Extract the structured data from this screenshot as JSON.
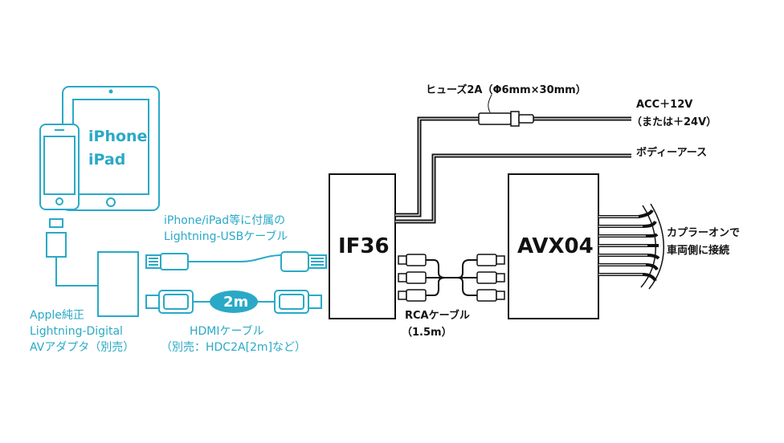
{
  "devices": {
    "iphone": "iPhone",
    "ipad": "iPad"
  },
  "lightning_usb_cable": {
    "line1": "iPhone/iPad等に付属の",
    "line2": "Lightning-USBケーブル"
  },
  "av_adapter": {
    "line1": "Apple純正",
    "line2": "Lightning-Digital",
    "line3": "AVアダプタ（別売）"
  },
  "hdmi_cable": {
    "length": "2m",
    "line1": "HDMIケーブル",
    "line2": "（別売：HDC2A[2m]など）"
  },
  "if_unit": {
    "name": "IF36"
  },
  "avx_unit": {
    "name": "AVX04"
  },
  "fuse": {
    "label": "ヒューズ2A（Φ6mm×30mm）"
  },
  "power": {
    "acc_line1": "ACC＋12V",
    "acc_line2": "（または＋24V）",
    "ground": "ボディーアース"
  },
  "rca_cable": {
    "line1": "RCAケーブル",
    "line2": "（1.5m）"
  },
  "coupler": {
    "line1": "カプラーオンで",
    "line2": "車両側に接続"
  },
  "colors": {
    "accent": "#2aa9c7",
    "line": "#111111"
  }
}
